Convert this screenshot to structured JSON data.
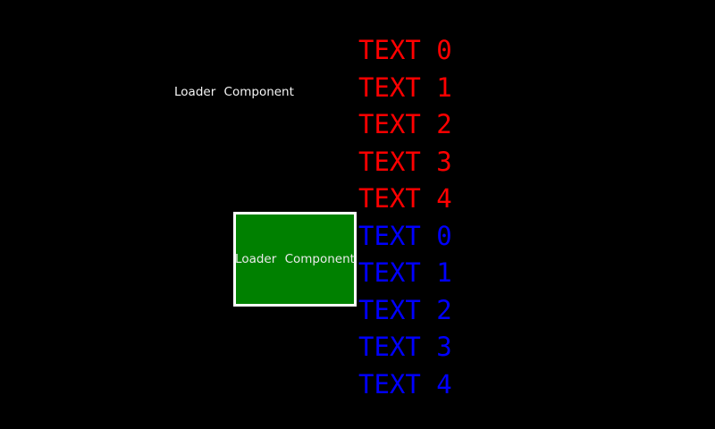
{
  "screen": {
    "background_color": "#000000"
  },
  "loader_label": {
    "text": "Loader Component",
    "color": "#ffffff"
  },
  "loader_panel": {
    "text": "Loader Component",
    "fill_color": "#008000",
    "border_color": "#ffffff",
    "text_color": "#ffffff"
  },
  "text_list": {
    "red": {
      "color": "#ff0000",
      "items": [
        "TEXT 0",
        "TEXT 1",
        "TEXT 2",
        "TEXT 3",
        "TEXT 4"
      ]
    },
    "blue": {
      "color": "#0000ff",
      "items": [
        "TEXT 0",
        "TEXT 1",
        "TEXT 2",
        "TEXT 3",
        "TEXT 4"
      ]
    }
  }
}
